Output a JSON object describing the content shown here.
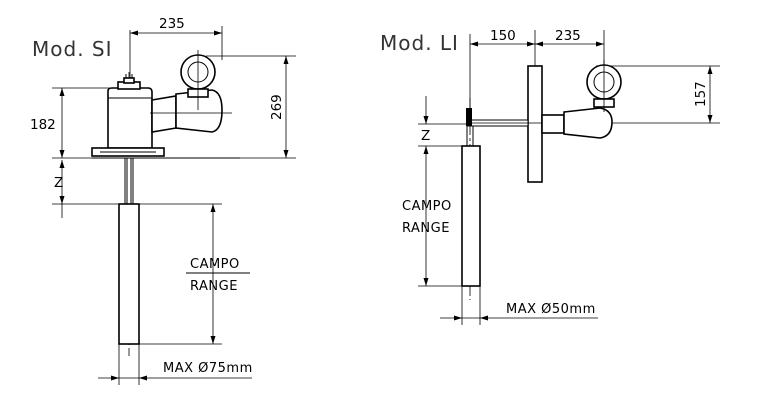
{
  "models": [
    {
      "title": "Mod. SI",
      "dim_horizontal": "235",
      "dim_height": "269",
      "dim_flange": "182",
      "dim_z": "Z",
      "range_line1": "CAMPO",
      "range_line2": "RANGE",
      "max_label": "MAX Ø75mm"
    },
    {
      "title": "Mod. LI",
      "dim_horizontal_a": "150",
      "dim_horizontal_b": "235",
      "dim_height": "157",
      "dim_z": "Z",
      "range_line1": "CAMPO",
      "range_line2": "RANGE",
      "max_label": "MAX Ø50mm"
    }
  ]
}
